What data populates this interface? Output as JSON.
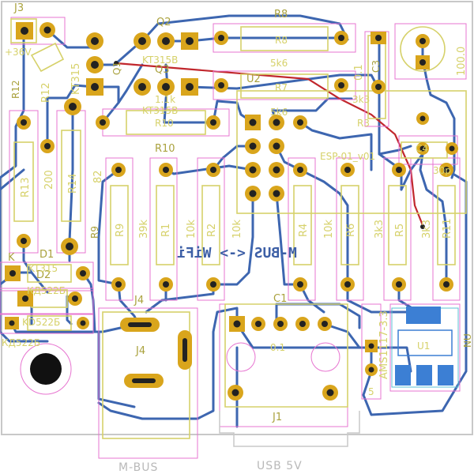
{
  "board": {
    "background": "#ffffff",
    "colors": {
      "copper": "#3d66b0",
      "copper_red": "#c1272d",
      "pad_gold": "#d9a51c",
      "pad_hole": "#222222",
      "silk_yellow": "#d6d16a",
      "courtyard_pink": "#e774d0",
      "smd_blue": "#3c7fd4",
      "outline_grey": "#c8c8c8"
    },
    "copper_text": "M-BUS <-> WiFi",
    "edge_labels": {
      "mbus": "M-BUS",
      "usb": "USB 5V"
    },
    "connectors": {
      "j3": "J3",
      "j3_value": "+36V",
      "j4": "J4",
      "j1": "J1",
      "k": "K",
      "k_value": "KT315",
      "kd": "КД522Б",
      "kd_ref": "KD522Б"
    },
    "transistors": {
      "q1": "Q1",
      "q1_value": "KT315",
      "q2": "Q2",
      "q2_value": "KT315B",
      "q3": "Q3",
      "q3_value": "KT315B"
    },
    "resistors": {
      "r1": "R1",
      "r1_value": "39k",
      "r2": "R2",
      "r2_value": "10k",
      "r3": "R3",
      "r3_value": "3k3",
      "r4": "R4",
      "r4_value": "10k",
      "r5": "R5",
      "r5_value": "3k3",
      "r6": "R6",
      "r6_value": "10k",
      "r7": "R7",
      "r7_value": "5k6",
      "r8": "R8",
      "r8_value": "5k6",
      "r9": "R9",
      "r9_value": "82",
      "r10": "R10",
      "r10_value": "1.1k",
      "r11": "R11",
      "r11_value": "3k3",
      "r12": "R12",
      "r13": "R13",
      "r14": "R14",
      "r14_value": "200"
    },
    "capacitors": {
      "c1": "C1",
      "c1_value": "0.1",
      "c3": "C3",
      "c3_value": "0.1",
      "c4": "C4",
      "c4_value": "30p",
      "cap_value": "100.0"
    },
    "modules": {
      "u1": "U1",
      "u2": "U2",
      "u2_value": "ESP-01_v01",
      "regulator_value": "AMS1117-3.3",
      "d1": "D1",
      "d2": "D2"
    },
    "misc": {
      "nu": "NU",
      "five": "5"
    }
  }
}
